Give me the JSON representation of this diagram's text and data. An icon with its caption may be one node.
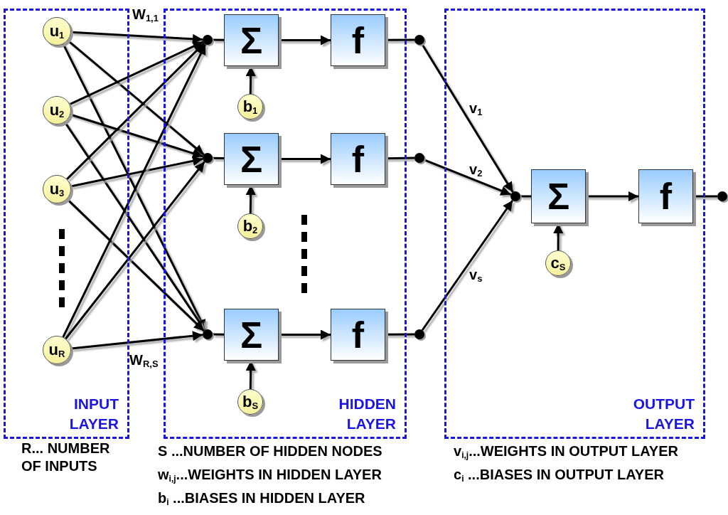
{
  "diagram": {
    "nodes": [
      {
        "text": [
          "INPUT LAYER"
        ]
      },
      {
        "text": [
          "u$_{1}$"
        ],
        "in": 0
      },
      {
        "text": [
          "u$_{2}$"
        ],
        "in": 0
      },
      {
        "text": [
          "u$_{3}$"
        ],
        "in": 0
      },
      {
        "text": [
          "u$_{R}$"
        ],
        "in": 0
      },
      {
        "text": [
          "HIDDEN LAYER"
        ]
      },
      {
        "text": [],
        "shape": "circle",
        "in": 5
      },
      {
        "text": [
          "Σ"
        ],
        "in": 5
      },
      {
        "text": [
          "f"
        ],
        "in": 5
      },
      {
        "text": [
          "b$_{1}$"
        ],
        "in": 5
      },
      {
        "text": [],
        "shape": "circle",
        "in": 5
      },
      {
        "text": [
          "Σ"
        ],
        "in": 5
      },
      {
        "text": [
          "f"
        ],
        "in": 5
      },
      {
        "text": [
          "b$_{2}$"
        ],
        "in": 5
      },
      {
        "text": [],
        "shape": "circle",
        "in": 5
      },
      {
        "text": [
          "Σ"
        ],
        "in": 5
      },
      {
        "text": [
          "f"
        ],
        "in": 5
      },
      {
        "text": [
          "b$_{S}$"
        ],
        "in": 5
      },
      {
        "text": [],
        "shape": "circle"
      },
      {
        "text": [],
        "shape": "circle"
      },
      {
        "text": [],
        "shape": "circle"
      },
      {
        "text": [
          "OUTPUT LAYER"
        ]
      },
      {
        "text": [],
        "shape": "circle",
        "in": 21
      },
      {
        "text": [
          "Σ"
        ],
        "in": 21
      },
      {
        "text": [
          "f"
        ],
        "in": 21
      },
      {
        "text": [
          "c$_{S}$"
        ],
        "in": 21
      },
      {
        "text": [],
        "shape": "circle"
      }
    ],
    "edges": [
      {
        "from": 1,
        "to": 6,
        "arrow": "to",
        "label": "W$_{1,1}$"
      },
      {
        "from": 1,
        "to": 10,
        "arrow": "to"
      },
      {
        "from": 1,
        "to": 14,
        "arrow": "to"
      },
      {
        "from": 2,
        "to": 6,
        "arrow": "to"
      },
      {
        "from": 2,
        "to": 10,
        "arrow": "to"
      },
      {
        "from": 2,
        "to": 14,
        "arrow": "to"
      },
      {
        "from": 3,
        "to": 6,
        "arrow": "to"
      },
      {
        "from": 3,
        "to": 10,
        "arrow": "to"
      },
      {
        "from": 3,
        "to": 14,
        "arrow": "to"
      },
      {
        "from": 4,
        "to": 6,
        "arrow": "to"
      },
      {
        "from": 4,
        "to": 10,
        "arrow": "to"
      },
      {
        "from": 4,
        "to": 14,
        "arrow": "to",
        "label": "W$_{R,S}$"
      },
      {
        "from": 6,
        "to": 7,
        "arrow": "none"
      },
      {
        "from": 7,
        "to": 8,
        "arrow": "to"
      },
      {
        "from": 8,
        "to": 18,
        "arrow": "none"
      },
      {
        "from": 9,
        "to": 7,
        "arrow": "to"
      },
      {
        "from": 10,
        "to": 11,
        "arrow": "none"
      },
      {
        "from": 11,
        "to": 12,
        "arrow": "to"
      },
      {
        "from": 12,
        "to": 19,
        "arrow": "none"
      },
      {
        "from": 13,
        "to": 11,
        "arrow": "to"
      },
      {
        "from": 14,
        "to": 15,
        "arrow": "none"
      },
      {
        "from": 15,
        "to": 16,
        "arrow": "to"
      },
      {
        "from": 16,
        "to": 20,
        "arrow": "none"
      },
      {
        "from": 17,
        "to": 15,
        "arrow": "to"
      },
      {
        "from": 18,
        "to": 22,
        "arrow": "to",
        "label": "v$_{1}$"
      },
      {
        "from": 19,
        "to": 22,
        "arrow": "to",
        "label": "v$_{2}$"
      },
      {
        "from": 20,
        "to": 22,
        "arrow": "to",
        "label": "v$_{s}$"
      },
      {
        "from": 22,
        "to": 23,
        "arrow": "none"
      },
      {
        "from": 23,
        "to": 24,
        "arrow": "to"
      },
      {
        "from": 25,
        "to": 23,
        "arrow": "to"
      },
      {
        "from": 24,
        "to": 26,
        "arrow": "none"
      }
    ],
    "labels": [
      "R... NUMBER OF INPUTS",
      "S ...NUMBER OF HIDDEN NODES",
      "w$_{i,j}$...WEIGHTS IN HIDDEN LAYER",
      "b$_{i}$ ...BIASES IN HIDDEN LAYER",
      "v$_{i,j}$...WEIGHTS IN OUTPUT LAYER",
      "c$_{i}$ ...BIASES IN OUTPUT LAYER"
    ]
  }
}
